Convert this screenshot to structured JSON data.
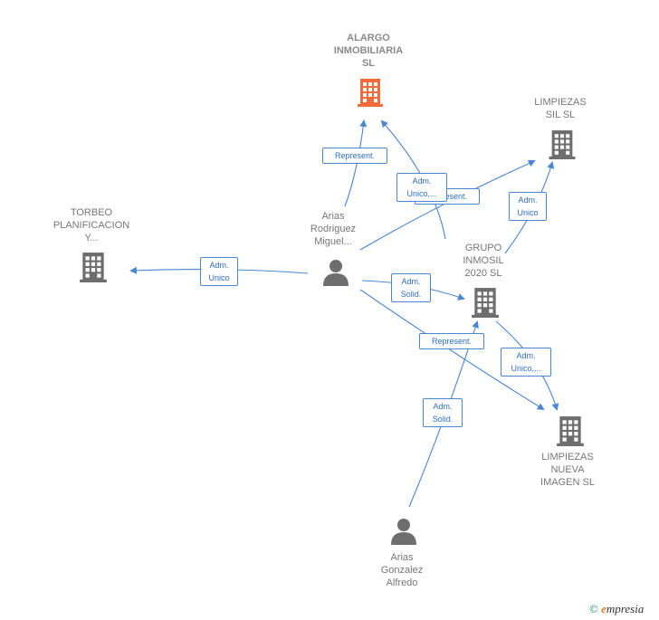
{
  "nodes": {
    "alargo": {
      "lines": [
        "ALARGO",
        "INMOBILIARIA",
        "SL"
      ],
      "icon": "building-icon",
      "color": "#f26b3a"
    },
    "limpiezas_sil": {
      "lines": [
        "LIMPIEZAS",
        "SIL SL"
      ],
      "icon": "building-icon",
      "color": "#6e6e6e"
    },
    "torbeo": {
      "lines": [
        "TORBEO",
        "PLANIFICACION",
        "Y..."
      ],
      "icon": "building-icon",
      "color": "#6e6e6e"
    },
    "arias_rodriguez": {
      "lines": [
        "Arias",
        "Rodriguez",
        "Miguel..."
      ],
      "icon": "person-icon",
      "color": "#6e6e6e"
    },
    "grupo_inmosil": {
      "lines": [
        "GRUPO",
        "INMOSIL",
        "2020 SL"
      ],
      "icon": "building-icon",
      "color": "#6e6e6e"
    },
    "limpiezas_nueva": {
      "lines": [
        "LIMPIEZAS",
        "NUEVA",
        "IMAGEN SL"
      ],
      "icon": "building-icon",
      "color": "#6e6e6e"
    },
    "arias_gonzalez": {
      "lines": [
        "Arias",
        "Gonzalez",
        "Alfredo"
      ],
      "icon": "person-icon",
      "color": "#6e6e6e"
    }
  },
  "edges": {
    "e1": {
      "lines": [
        "Represent."
      ]
    },
    "e2": {
      "lines": [
        "Adm.",
        "Unico,..."
      ]
    },
    "e3": {
      "lines": [
        "Represent."
      ]
    },
    "e4": {
      "lines": [
        "Adm.",
        "Unico"
      ]
    },
    "e5": {
      "lines": [
        "Adm.",
        "Unico"
      ]
    },
    "e6": {
      "lines": [
        "Adm.",
        "Solid."
      ]
    },
    "e7": {
      "lines": [
        "Represent."
      ]
    },
    "e8": {
      "lines": [
        "Adm.",
        "Unico,..."
      ]
    },
    "e9": {
      "lines": [
        "Adm.",
        "Solid."
      ]
    }
  },
  "colors": {
    "edge": "#4a86d4",
    "highlight": "#f26b3a",
    "node": "#6e6e6e"
  },
  "footer": {
    "copyright": "©",
    "brand_first": "e",
    "brand_rest": "mpresia"
  }
}
